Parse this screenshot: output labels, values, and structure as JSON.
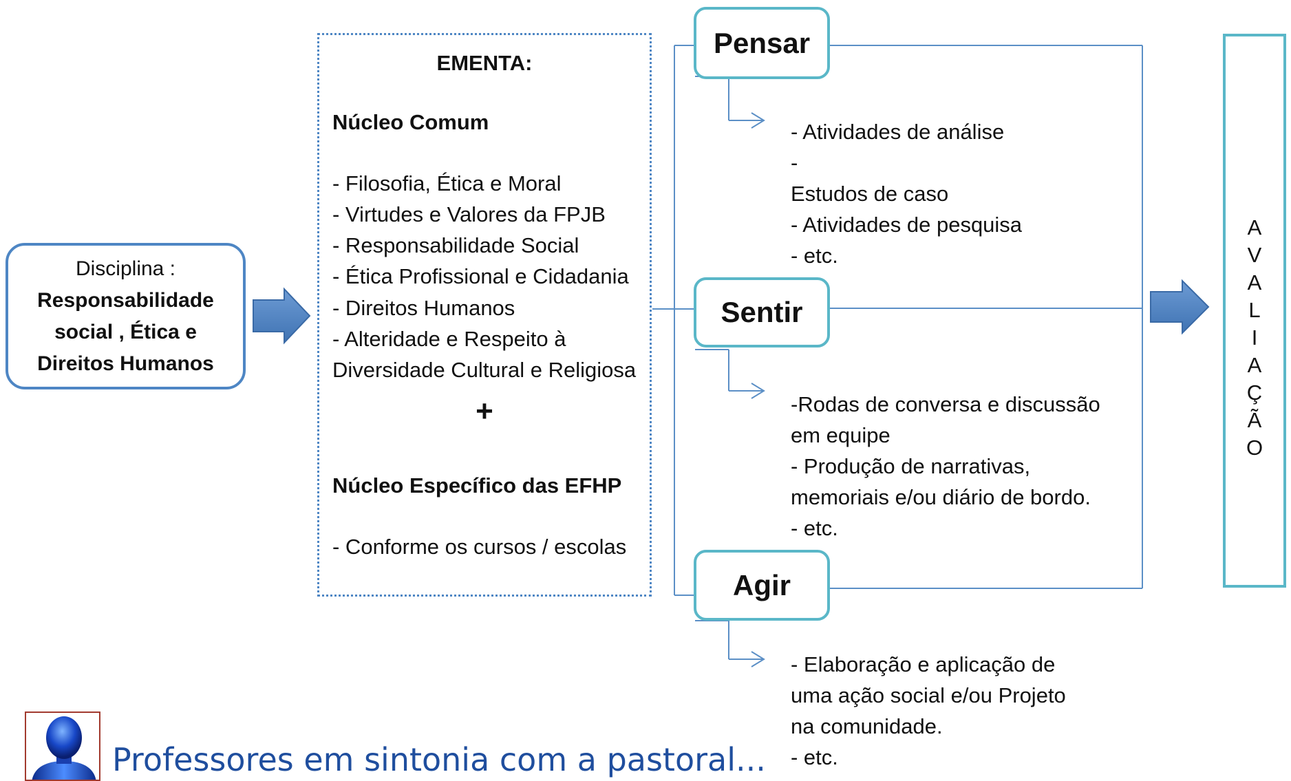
{
  "disciplina": {
    "label": "Disciplina :",
    "name_lines": [
      "Responsabilidade",
      "social , Ética e",
      "Direitos Humanos"
    ]
  },
  "ementa": {
    "title": "EMENTA:",
    "nucleo_comum_title": "Núcleo Comum",
    "nucleo_comum_items": [
      "- Filosofia, Ética e Moral",
      "- Virtudes e Valores da FPJB",
      "- Responsabilidade Social",
      "- Ética Profissional e Cidadania",
      "- Direitos Humanos",
      "- Alteridade e Respeito à",
      "Diversidade Cultural e Religiosa"
    ],
    "plus": "+",
    "nucleo_especifico_title": "Núcleo Específico  das  EFHP",
    "nucleo_especifico_items": [
      "- Conforme os cursos / escolas"
    ]
  },
  "dimensions": [
    {
      "label": "Pensar",
      "activities": [
        "- Atividades de análise",
        "-",
        "Estudos de caso",
        "- Atividades de pesquisa",
        "- etc."
      ]
    },
    {
      "label": "Sentir",
      "activities": [
        "-Rodas de conversa  e discussão",
        "em equipe",
        "- Produção de narrativas,",
        "memoriais e/ou  diário de bordo.",
        "- etc."
      ]
    },
    {
      "label": "Agir",
      "activities": [
        "- Elaboração e aplicação de",
        "uma ação social e/ou Projeto",
        "na comunidade.",
        "- etc."
      ]
    }
  ],
  "avaliacao": {
    "letters": [
      "A",
      "V",
      "A",
      "L",
      "I",
      "A",
      "Ç",
      "Ã",
      "O"
    ]
  },
  "footer": {
    "text": "Professores em sintonia com a pastoral..."
  },
  "colors": {
    "box_border": "#4e86c4",
    "teal_border": "#5ab7c8",
    "connector": "#5b8fc6",
    "arrow_fill": "#4f81bd",
    "footer_text": "#1f4e9e"
  }
}
